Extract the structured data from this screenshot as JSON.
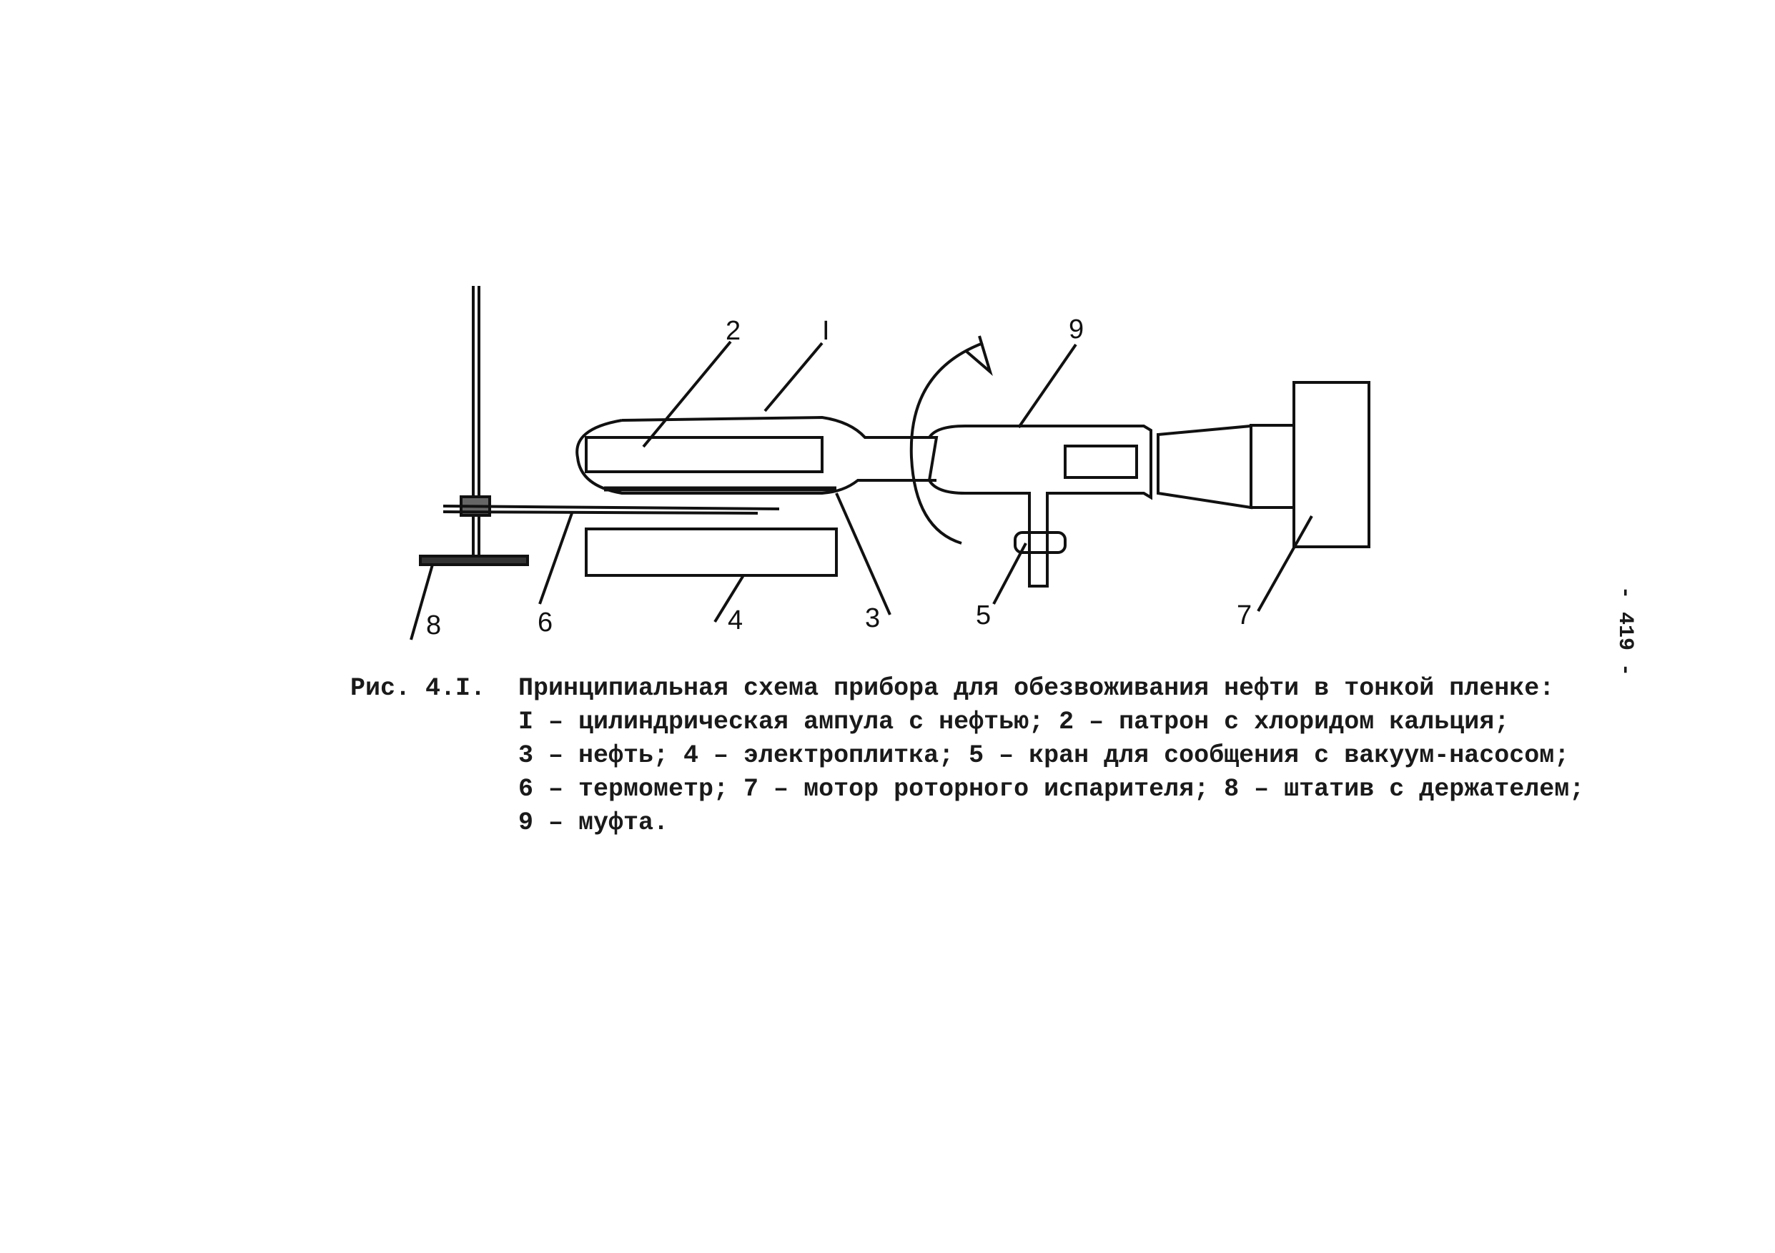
{
  "labels": {
    "l1": "I",
    "l2": "2",
    "l3": "3",
    "l4": "4",
    "l5": "5",
    "l6": "6",
    "l7": "7",
    "l8": "8",
    "l9": "9"
  },
  "caption": {
    "figure": "Рис. 4.I.",
    "lines": [
      "Принципиальная схема прибора для обезвоживания нефти в тонкой пленке:",
      "I – цилиндрическая ампула с нефтью;  2 – патрон с хлоридом кальция;",
      "3 – нефть; 4 – электроплитка; 5 – кран для сообщения с вакуум-насосом;",
      "6 – термометр; 7 – мотор роторного испарителя; 8 – штатив с держателем;",
      "9 – муфта."
    ]
  },
  "page_number": "- 419 -"
}
